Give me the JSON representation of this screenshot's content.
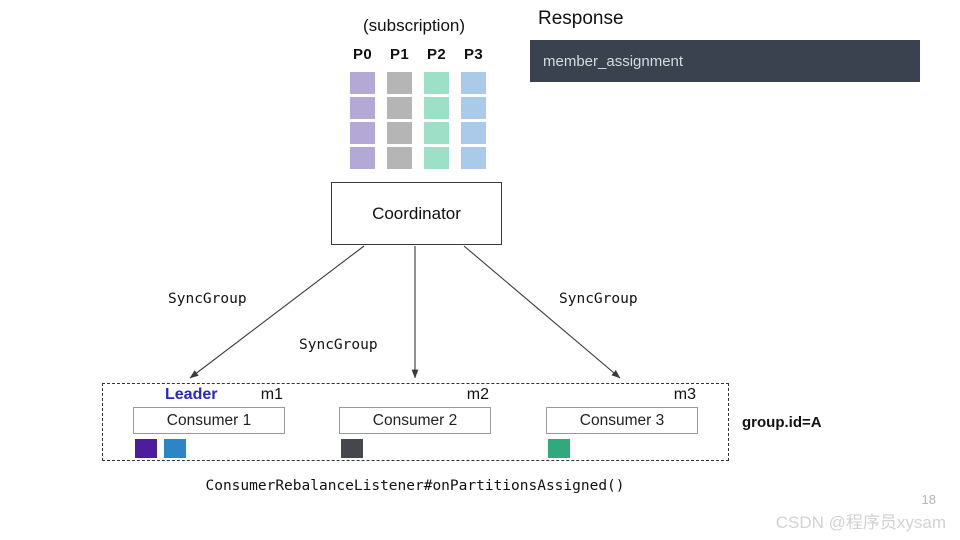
{
  "diagram": {
    "subscription_label": "(subscription)",
    "partitions": [
      {
        "name": "P0",
        "color": "#b3a8d6",
        "cells": 4
      },
      {
        "name": "P1",
        "color": "#b5b5b5",
        "cells": 4
      },
      {
        "name": "P2",
        "color": "#9ce0c8",
        "cells": 4
      },
      {
        "name": "P3",
        "color": "#a9cbe9",
        "cells": 4
      }
    ],
    "response": {
      "title": "Response",
      "field": "member_assignment",
      "box_color": "#39424e",
      "text_color": "#d7dbe0"
    },
    "coordinator": {
      "label": "Coordinator"
    },
    "arrows": [
      {
        "label": "SyncGroup"
      },
      {
        "label": "SyncGroup"
      },
      {
        "label": "SyncGroup"
      }
    ],
    "sync_labels": {
      "left": "SyncGroup",
      "middle": "SyncGroup",
      "right": "SyncGroup"
    },
    "group": {
      "id_label": "group.id=A",
      "leader_tag": "Leader",
      "leader_color": "#2727c4",
      "consumers": [
        {
          "member_id": "m1",
          "name": "Consumer 1",
          "is_leader": true,
          "assignments": [
            "#4c1d9c",
            "#2b86c5"
          ]
        },
        {
          "member_id": "m2",
          "name": "Consumer 2",
          "is_leader": false,
          "assignments": [
            "#46474d"
          ]
        },
        {
          "member_id": "m3",
          "name": "Consumer 3",
          "is_leader": false,
          "assignments": [
            "#2fa97e"
          ]
        }
      ]
    },
    "callback_note": "ConsumerRebalanceListener#onPartitionsAssigned()"
  },
  "footer": {
    "page_number": "18",
    "watermark": "CSDN @程序员xysam"
  }
}
